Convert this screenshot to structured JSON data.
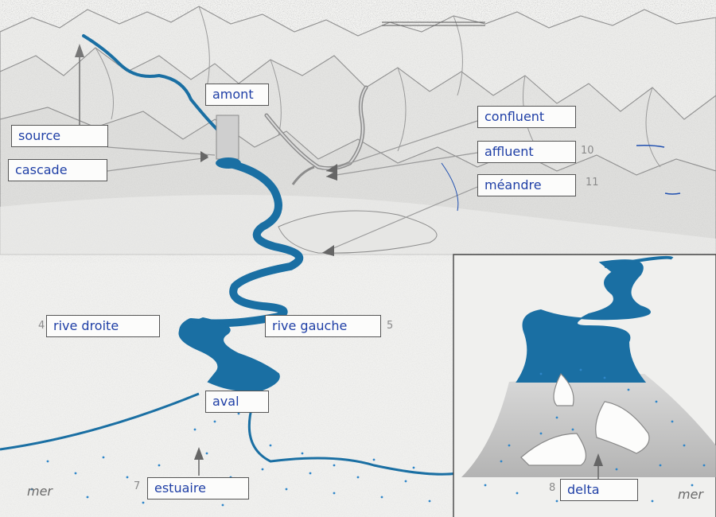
{
  "labels": {
    "source": "source",
    "cascade": "cascade",
    "amont": "amont",
    "confluent": "confluent",
    "affluent": "affluent",
    "meandre": "méandre",
    "rive_droite": "rive droite",
    "rive_gauche": "rive gauche",
    "aval": "aval",
    "estuaire": "estuaire",
    "delta": "delta"
  },
  "numbers": {
    "n4": "4",
    "n5": "5",
    "n7": "7",
    "n8": "8",
    "n10": "10",
    "n11": "11"
  },
  "sea": {
    "left": "mer",
    "right": "mer"
  },
  "colors": {
    "river": "#1a6fa3",
    "ink": "#1f3fa6",
    "mountain": "#9a9a9a",
    "sea_dots": "#2f86c9"
  }
}
